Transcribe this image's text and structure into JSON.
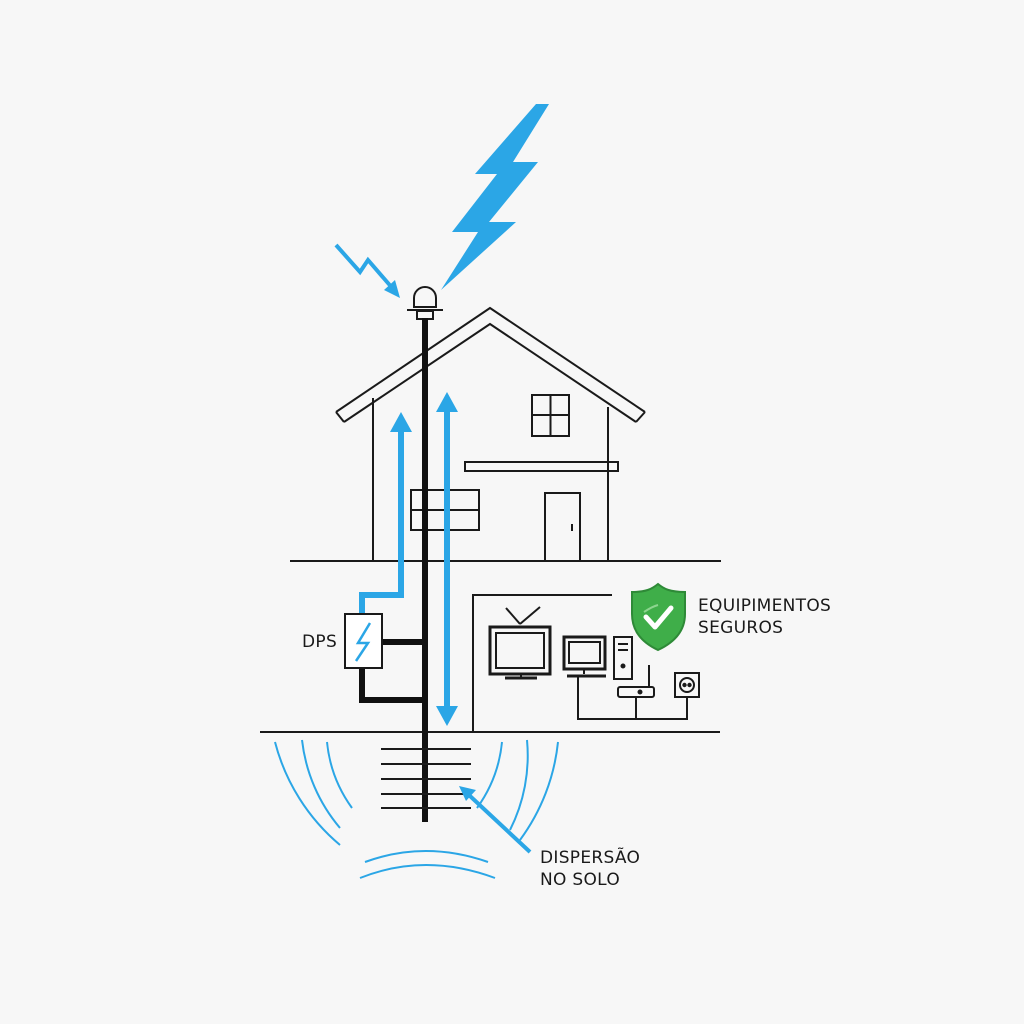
{
  "labels": {
    "dps": "DPS",
    "equipment_line1": "EQUIPIMENTOS",
    "equipment_line2": "SEGUROS",
    "dispersion_line1": "DISPERSÃO",
    "dispersion_line2": "NO SOLO"
  },
  "colors": {
    "surge_blue": "#2ba6e6",
    "line_black": "#111111",
    "shield_green": "#3fae49",
    "background": "#f7f7f7"
  },
  "icons": [
    "lightning-bolt-icon",
    "small-lightning-arrow-icon",
    "lightning-rod-icon",
    "shield-check-icon",
    "tv-icon",
    "computer-icon",
    "router-icon",
    "power-outlet-icon",
    "dps-bolt-icon"
  ]
}
